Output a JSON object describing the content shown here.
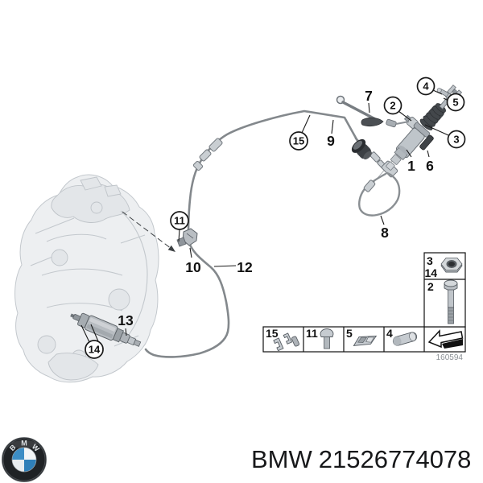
{
  "diagram": {
    "code": "160594",
    "callouts": {
      "circled": [
        "15",
        "11",
        "14",
        "2",
        "4",
        "5",
        "3"
      ],
      "plain": [
        "7",
        "9",
        "1",
        "6",
        "8",
        "10",
        "12",
        "13"
      ]
    }
  },
  "legend": {
    "cells": [
      {
        "label": "15",
        "icon": "pipe-clamp-icon"
      },
      {
        "label": "11",
        "icon": "rivet-icon"
      },
      {
        "label": "5",
        "icon": "spring-clip-icon"
      },
      {
        "label": "4",
        "icon": "dowel-pin-icon"
      }
    ],
    "nut_cell": {
      "labels": [
        "3",
        "14"
      ],
      "icon": "hex-nut-icon"
    },
    "bolt_cell": {
      "label": "2",
      "icon": "bolt-icon"
    },
    "arrow_cell": {
      "icon": "continue-arrow-icon"
    }
  },
  "footer": {
    "brand": "BMW",
    "part_number": "21526774078",
    "logo_letters": [
      "B",
      "M",
      "W"
    ]
  },
  "colors": {
    "pipe_gray": "#83888c",
    "part_light": "#c6cbd0",
    "part_dark": "#3f4347",
    "callout_black": "#1a1a1a",
    "logo_blue": "#3c8dc5",
    "code_gray": "#8b9095"
  }
}
